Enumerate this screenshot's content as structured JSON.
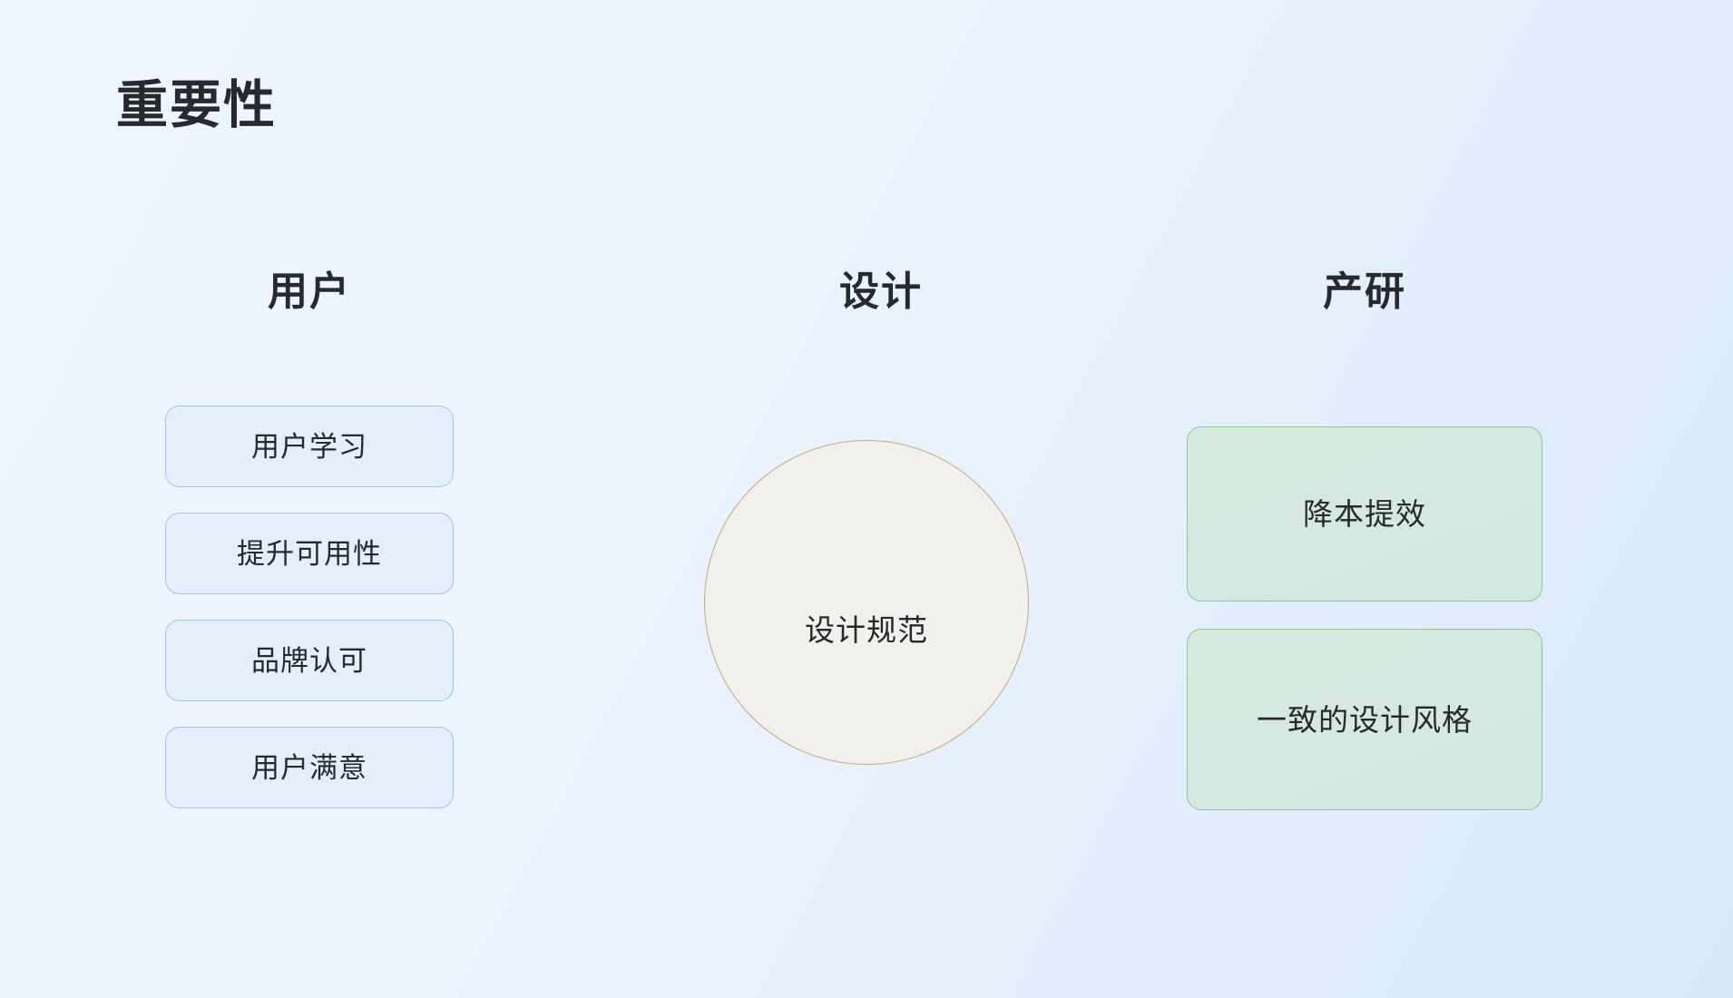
{
  "slide": {
    "title": "重要性",
    "background": {
      "from": "#eff5fd",
      "to": "#d8e9fa"
    }
  },
  "columns": [
    {
      "id": "user",
      "header": "用户",
      "accent_border": "#9fc6ea",
      "accent_fill": "#e3effb",
      "cards": [
        {
          "label": "用户学习"
        },
        {
          "label": "提升可用性"
        },
        {
          "label": "品牌认可"
        },
        {
          "label": "用户满意"
        }
      ]
    },
    {
      "id": "design",
      "header": "设计",
      "accent_border": "#c6a87e",
      "accent_fill": "#f2f0ec",
      "circle": {
        "label": "设计规范"
      }
    },
    {
      "id": "rnd",
      "header": "产研",
      "accent_border": "#8fc79c",
      "accent_fill": "#d7eadf",
      "cards": [
        {
          "label": "降本提效"
        },
        {
          "label": "一致的设计风格"
        }
      ]
    }
  ]
}
